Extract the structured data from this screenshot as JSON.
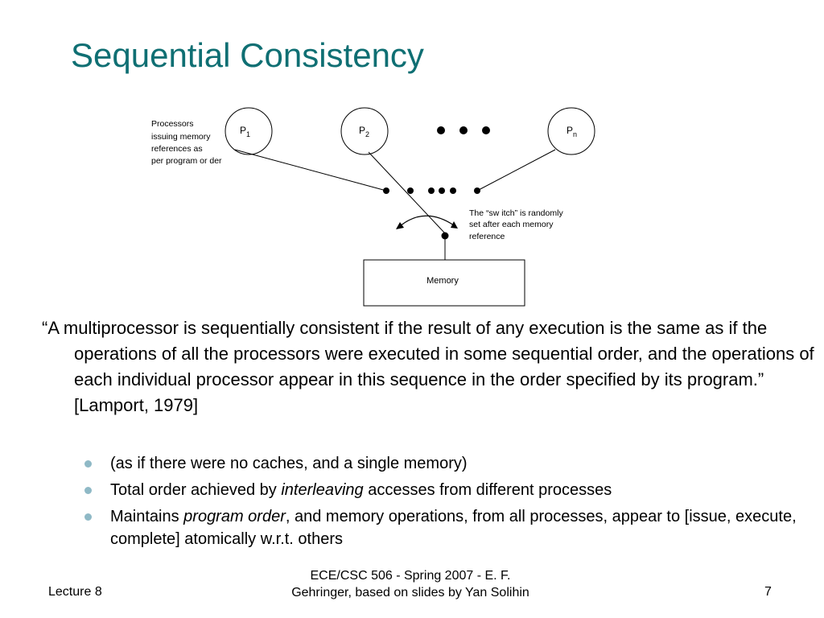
{
  "slide": {
    "title": "Sequential Consistency"
  },
  "diagram": {
    "processor_note": [
      "Processors",
      "issuing memory",
      "references as",
      "per program or der"
    ],
    "processors": [
      {
        "label": "P",
        "sub": "1"
      },
      {
        "label": "P",
        "sub": "2"
      },
      {
        "label": "P",
        "sub": "n"
      }
    ],
    "switch_note": [
      "The “sw itch” is randomly",
      "set after each memory",
      "reference"
    ],
    "memory_label": "Memory"
  },
  "quote": {
    "text": "“A multiprocessor is sequentially consistent if the result of any execution is the same as if the operations of all the processors were executed in some sequential order, and the operations of each individual processor appear in this sequence in the order specified by its program.” [Lamport, 1979]"
  },
  "bullets": [
    {
      "pre": "(as if there were no caches, and a single memory)",
      "em": "",
      "post": ""
    },
    {
      "pre": "Total order achieved by ",
      "em": "interleaving",
      "post": " accesses from different processes"
    },
    {
      "pre": "Maintains ",
      "em": "program order",
      "post": ", and memory operations, from all processes, appear to [issue, execute, complete] atomically w.r.t. others"
    }
  ],
  "footer": {
    "left": "Lecture 8",
    "center_line1": "ECE/CSC 506 - Spring  2007 - E. F.",
    "center_line2": "Gehringer, based on slides by Yan Solihin",
    "page_number": "7"
  },
  "colors": {
    "title": "#0f6f73",
    "bullet": "#8fb9c6"
  }
}
